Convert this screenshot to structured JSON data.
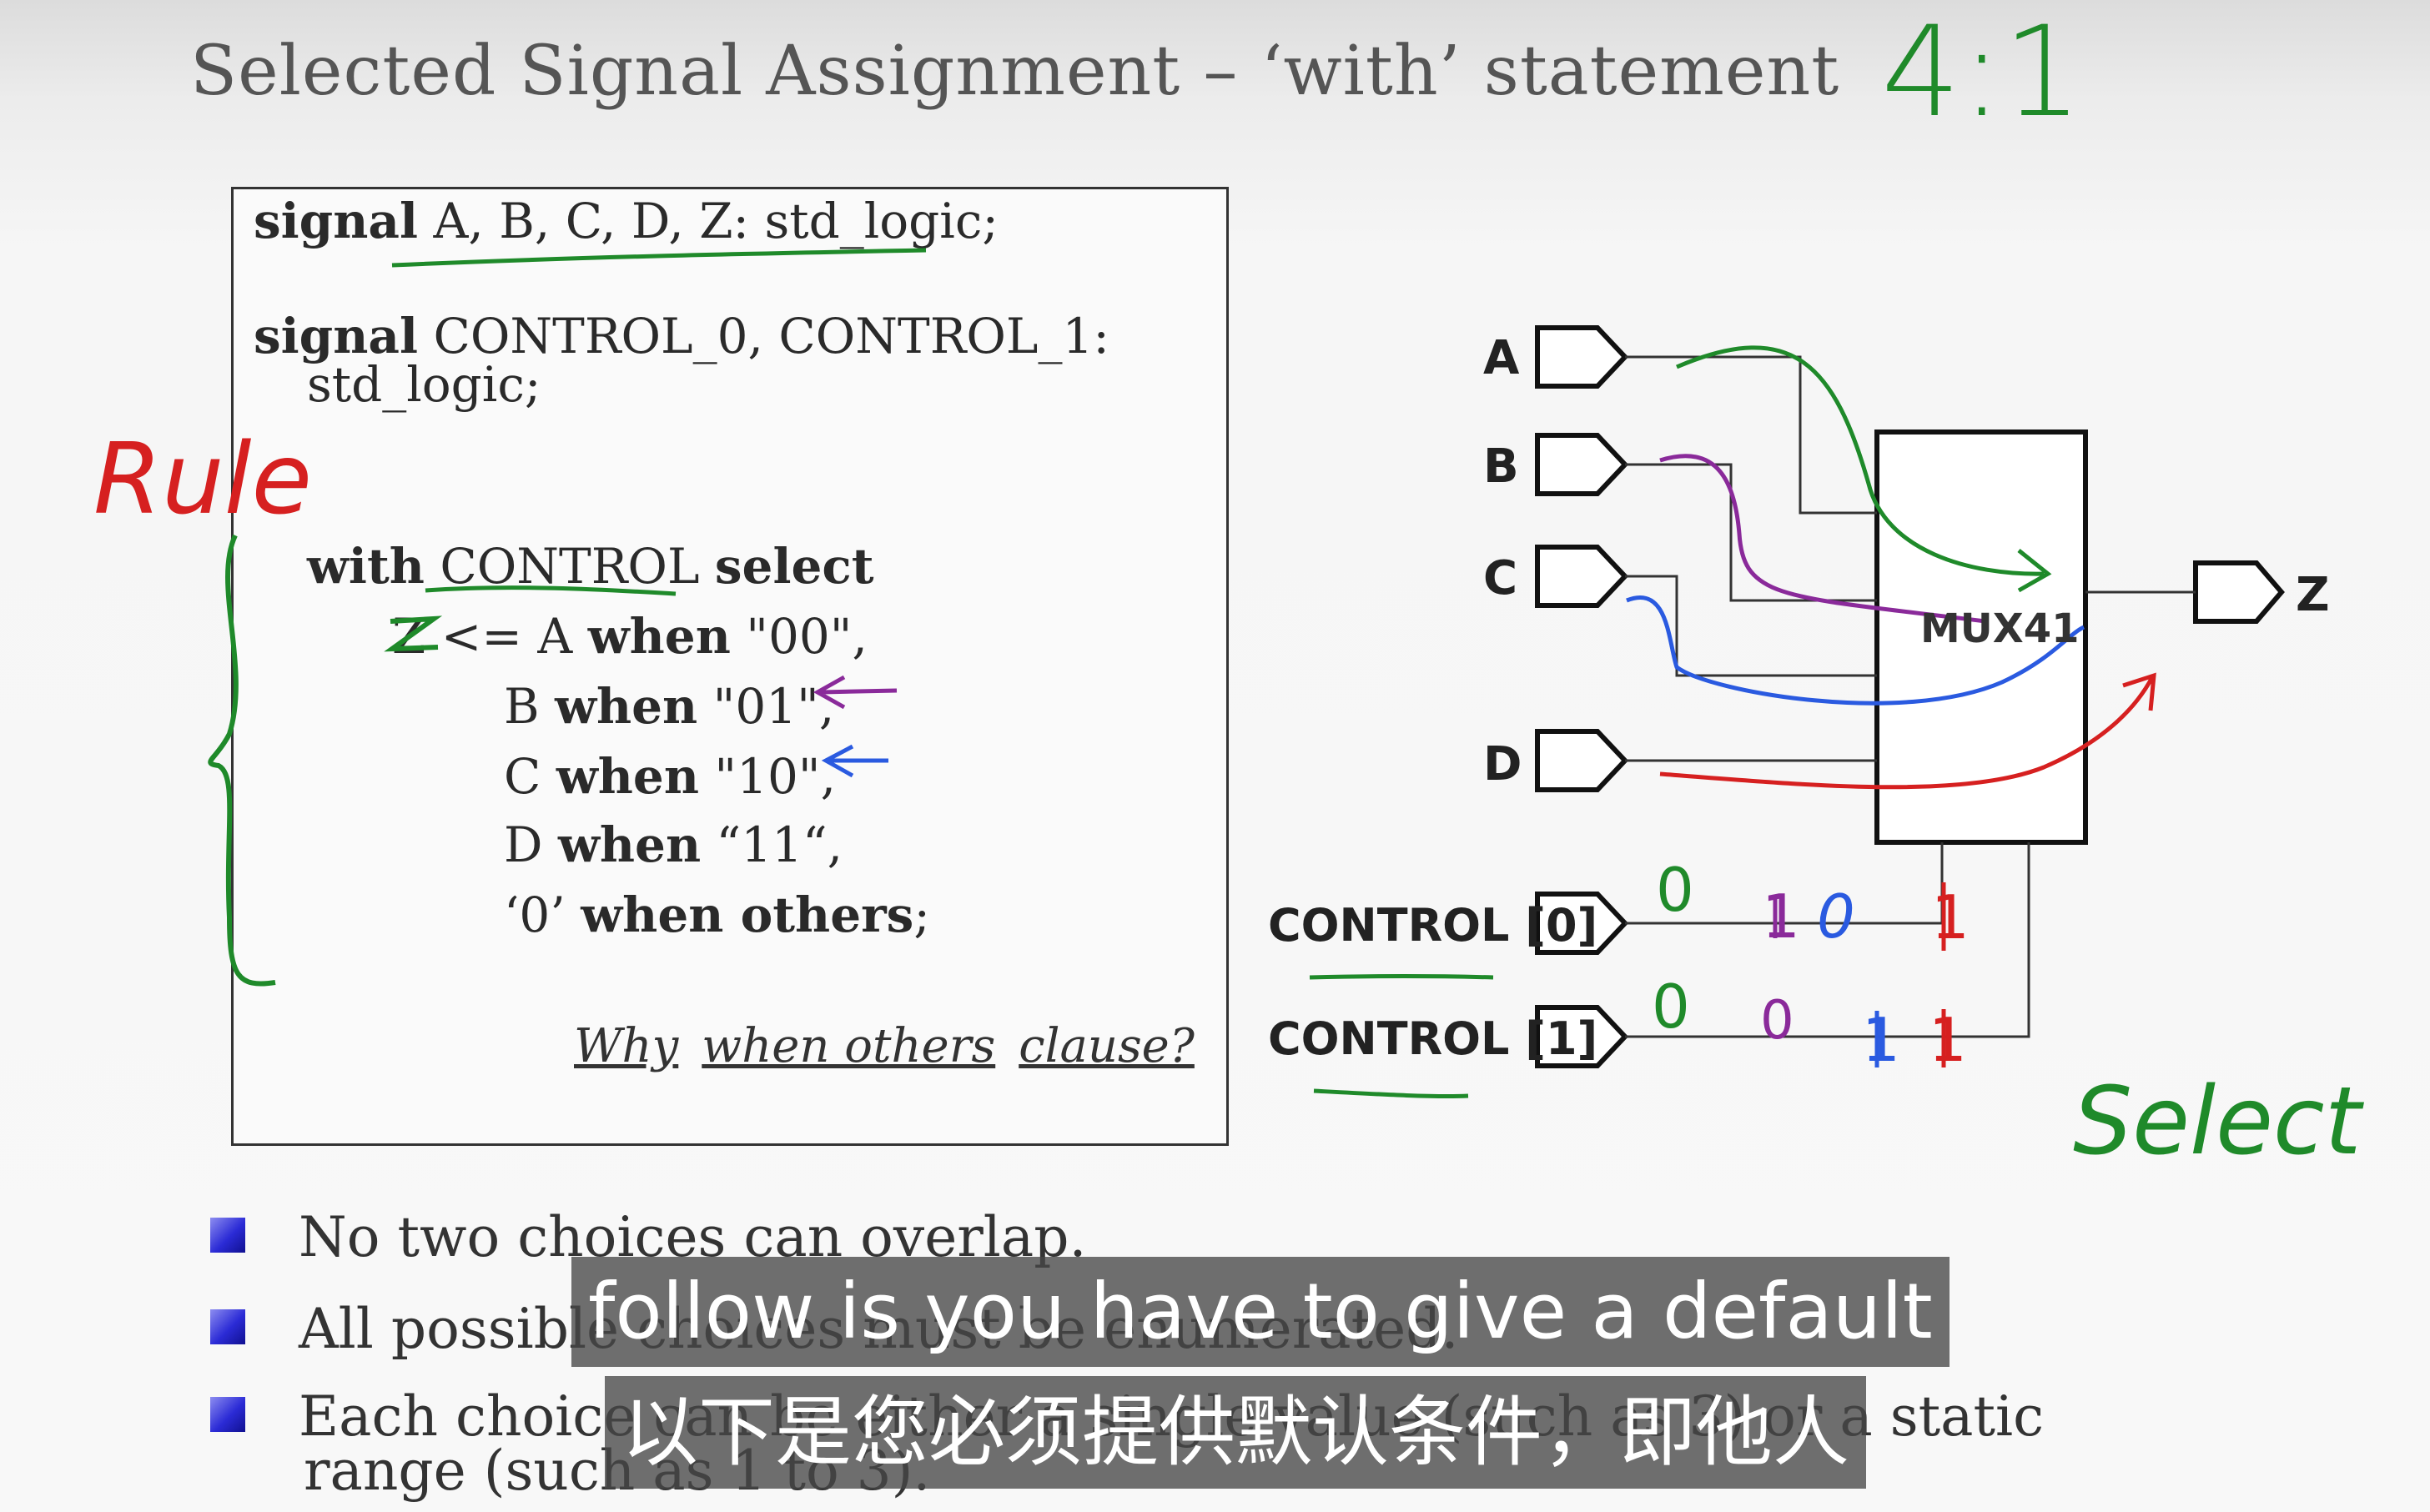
{
  "slide": {
    "title": "Selected Signal Assignment – ‘with’ statement",
    "ratio_note": "4:1"
  },
  "code": {
    "line1_kw": "signal",
    "line1_rest": " A, B, C, D, Z: std_logic;",
    "line2_kw": "signal",
    "line2_rest": " CONTROL_0, CONTROL_1:",
    "line3": "std_logic;",
    "line4_kw1": "with",
    "line4_mid": " CONTROL ",
    "line4_kw2": "select",
    "line5_a": "Z <= A ",
    "line5_kw": "when",
    "line5_b": " \"00\",",
    "line6_a": "B ",
    "line6_kw": "when",
    "line6_b": " \"01\",",
    "line7_a": "C ",
    "line7_kw": "when",
    "line7_b": " \"10\",",
    "line8_a": "D ",
    "line8_kw": "when",
    "line8_b": " “11“,",
    "line9_a": "‘0’ ",
    "line9_kw": "when others",
    "line9_b": ";",
    "why_1": "Why",
    "why_2": "when others",
    "why_3": "clause?"
  },
  "annotations": {
    "rule": "Rule",
    "select": "Select"
  },
  "diagram": {
    "inputs": [
      "A",
      "B",
      "C",
      "D"
    ],
    "mux_label": "MUX41",
    "output": "Z",
    "control0": "CONTROL [0]",
    "control1": "CONTROL [1]",
    "control0_bits": [
      "0",
      "1",
      "0",
      "1"
    ],
    "control1_bits": [
      "0",
      "0",
      "1",
      "1"
    ]
  },
  "bullets": [
    "No two choices can overlap.",
    "All possible choices must be enumerated.",
    "Each choice can be either a single value (such as 3) or a static"
  ],
  "bullet3_cont": "range (such as 1 to 3).",
  "subtitles": {
    "english": "follow is you have to give a default",
    "chinese": "以下是您必须提供默认条件，即他人"
  },
  "colors": {
    "green_ink": "#1f8a2a",
    "red_ink": "#d62020",
    "purple_ink": "#8a2a9a",
    "blue_ink": "#2a5ae0",
    "bullet_blue": "#2b2bd6"
  }
}
